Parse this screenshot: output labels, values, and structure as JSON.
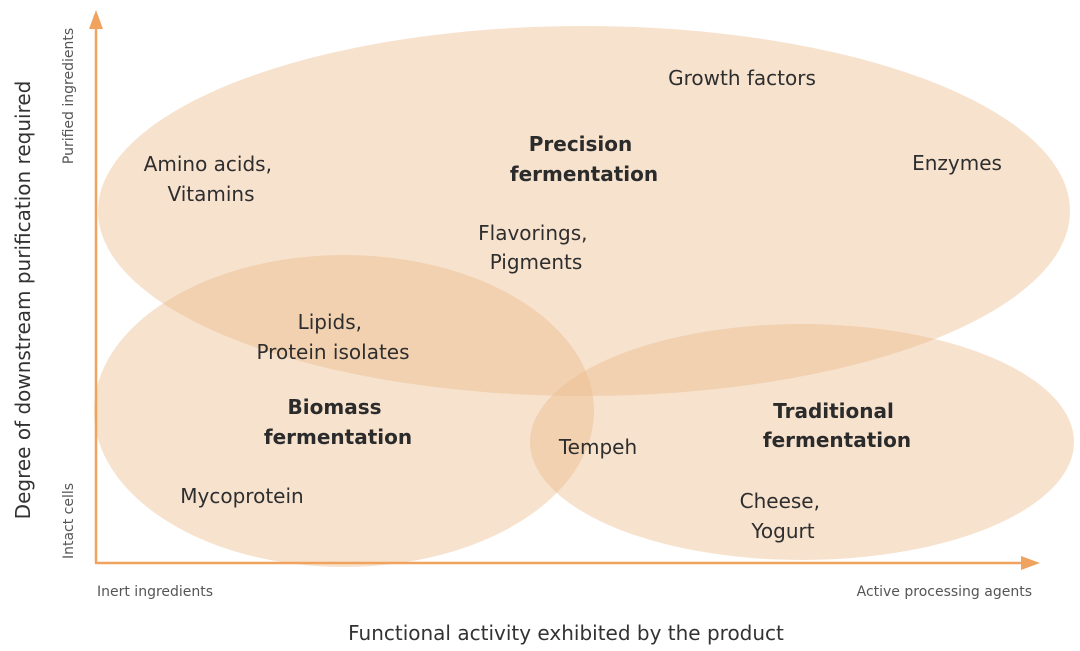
{
  "colors": {
    "region_fill": "#ebb98a",
    "axis": "#f0a35e",
    "text": "#2e2e2e"
  },
  "axes": {
    "x_title": "Functional activity exhibited by the product",
    "y_title": "Degree of downstream purification required",
    "x_low": "Inert ingredients",
    "x_high": "Active processing agents",
    "y_low": "Intact cells",
    "y_high": "Purified ingredients"
  },
  "regions": {
    "precision": {
      "line1": "Precision",
      "line2": "fermentation"
    },
    "biomass": {
      "line1": "Biomass",
      "line2": "fermentation"
    },
    "traditional": {
      "line1": "Traditional",
      "line2": "fermentation"
    }
  },
  "products": {
    "growth_factors": "Growth factors",
    "amino_acids": {
      "line1": "Amino acids,",
      "line2": "Vitamins"
    },
    "enzymes": "Enzymes",
    "flavorings": {
      "line1": "Flavorings,",
      "line2": "Pigments"
    },
    "lipids": {
      "line1": "Lipids,",
      "line2": "Protein isolates"
    },
    "tempeh": "Tempeh",
    "mycoprotein": "Mycoprotein",
    "cheese": {
      "line1": "Cheese,",
      "line2": "Yogurt"
    }
  }
}
